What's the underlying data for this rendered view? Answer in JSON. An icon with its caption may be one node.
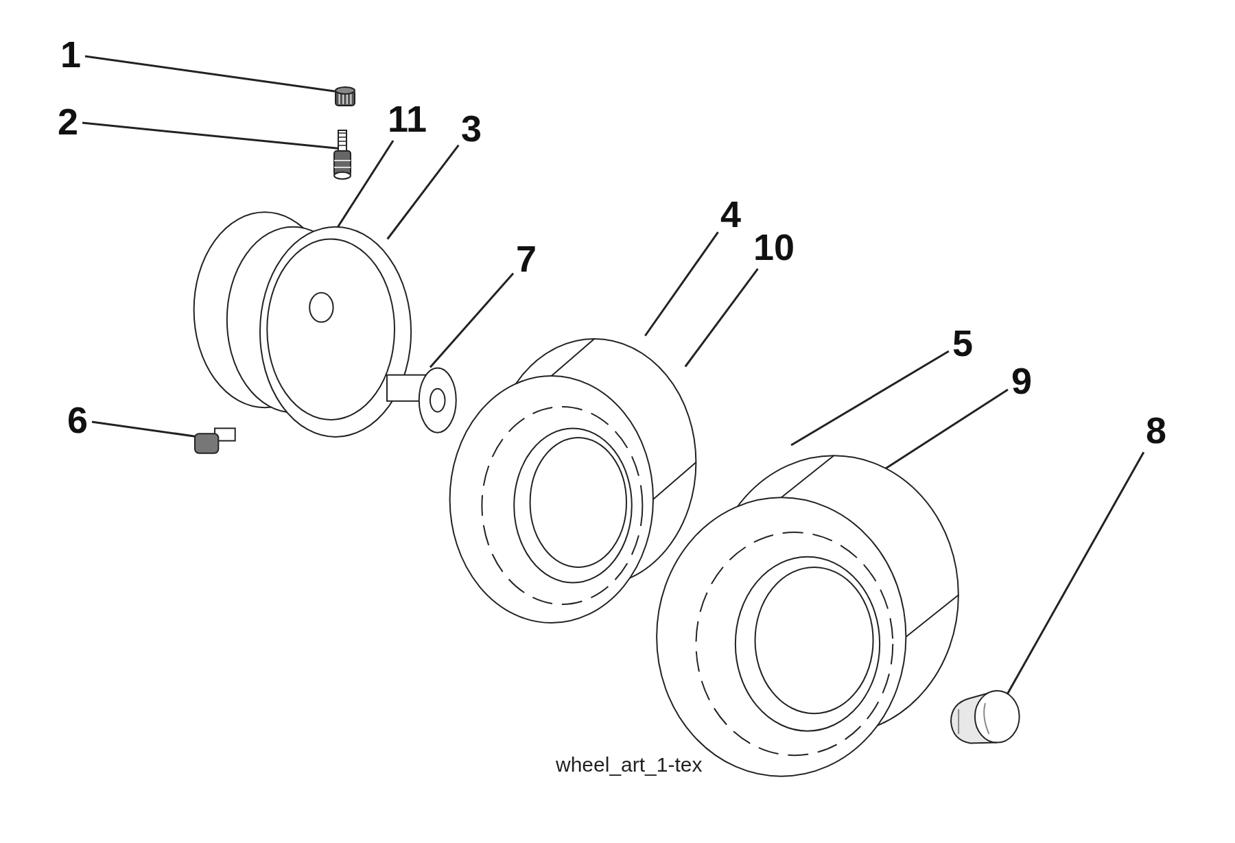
{
  "diagram": {
    "nodes": [
      {
        "text": [
          "1"
        ]
      },
      {
        "text": [],
        "shape": "picture"
      },
      {
        "text": [
          "2"
        ]
      },
      {
        "text": [],
        "shape": "picture"
      },
      {
        "text": [
          "11"
        ]
      },
      {
        "text": [
          "3"
        ]
      },
      {
        "text": [],
        "shape": "picture"
      },
      {
        "text": [
          "7"
        ]
      },
      {
        "text": [],
        "shape": "picture"
      },
      {
        "text": [
          "4"
        ]
      },
      {
        "text": [
          "10"
        ]
      },
      {
        "text": [],
        "shape": "picture"
      },
      {
        "text": [
          "6"
        ]
      },
      {
        "text": [],
        "shape": "picture"
      },
      {
        "text": [
          "5"
        ]
      },
      {
        "text": [
          "9"
        ]
      },
      {
        "text": [],
        "shape": "picture"
      },
      {
        "text": [
          "8"
        ]
      },
      {
        "text": [],
        "shape": "picture"
      }
    ],
    "edges": [
      {
        "from": 0,
        "to": 1,
        "arrow": "none"
      },
      {
        "from": 2,
        "to": 3,
        "arrow": "none"
      },
      {
        "from": 4,
        "to": 6,
        "arrow": "none"
      },
      {
        "from": 5,
        "to": 6,
        "arrow": "none"
      },
      {
        "from": 7,
        "to": 8,
        "arrow": "none"
      },
      {
        "from": 9,
        "to": 11,
        "arrow": "none"
      },
      {
        "from": 10,
        "to": 11,
        "arrow": "none"
      },
      {
        "from": 12,
        "to": 13,
        "arrow": "none"
      },
      {
        "from": 14,
        "to": 16,
        "arrow": "none"
      },
      {
        "from": 15,
        "to": 16,
        "arrow": "none"
      },
      {
        "from": 17,
        "to": 18,
        "arrow": "none"
      }
    ],
    "labels": [
      "wheel_art_1-tex"
    ]
  }
}
